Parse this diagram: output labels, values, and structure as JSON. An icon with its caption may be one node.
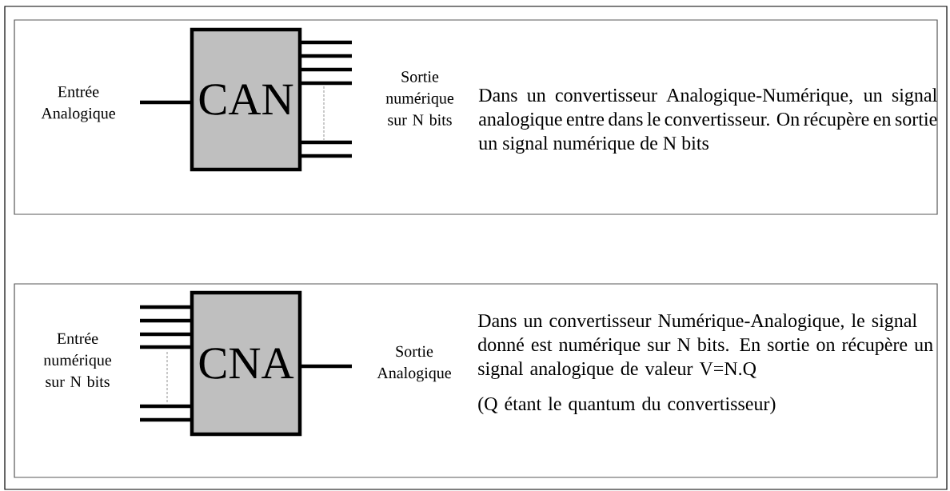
{
  "diagram": {
    "nodes": [
      {
        "text": [
          "Dans un convertisseur Analogique-Numérique, un signal analogique entre dans le convertisseur. On récupère en sortie un signal numérique de N bits"
        ]
      },
      {
        "text": [
          "CAN"
        ],
        "in": 0,
        "beside": [
          "Entrée Analogique",
          "Sortie numérique sur N bits"
        ]
      },
      {
        "text": [
          "Dans un convertisseur Numérique-Analogique, le signal donné est numérique sur N bits. En sortie on récupère un signal analogique de valeur V=N.Q",
          "(Q étant le quantum du convertisseur)"
        ]
      },
      {
        "text": [
          "CNA"
        ],
        "in": 2,
        "beside": [
          "Entrée numérique sur N bits",
          "Sortie Analogique"
        ]
      }
    ]
  }
}
